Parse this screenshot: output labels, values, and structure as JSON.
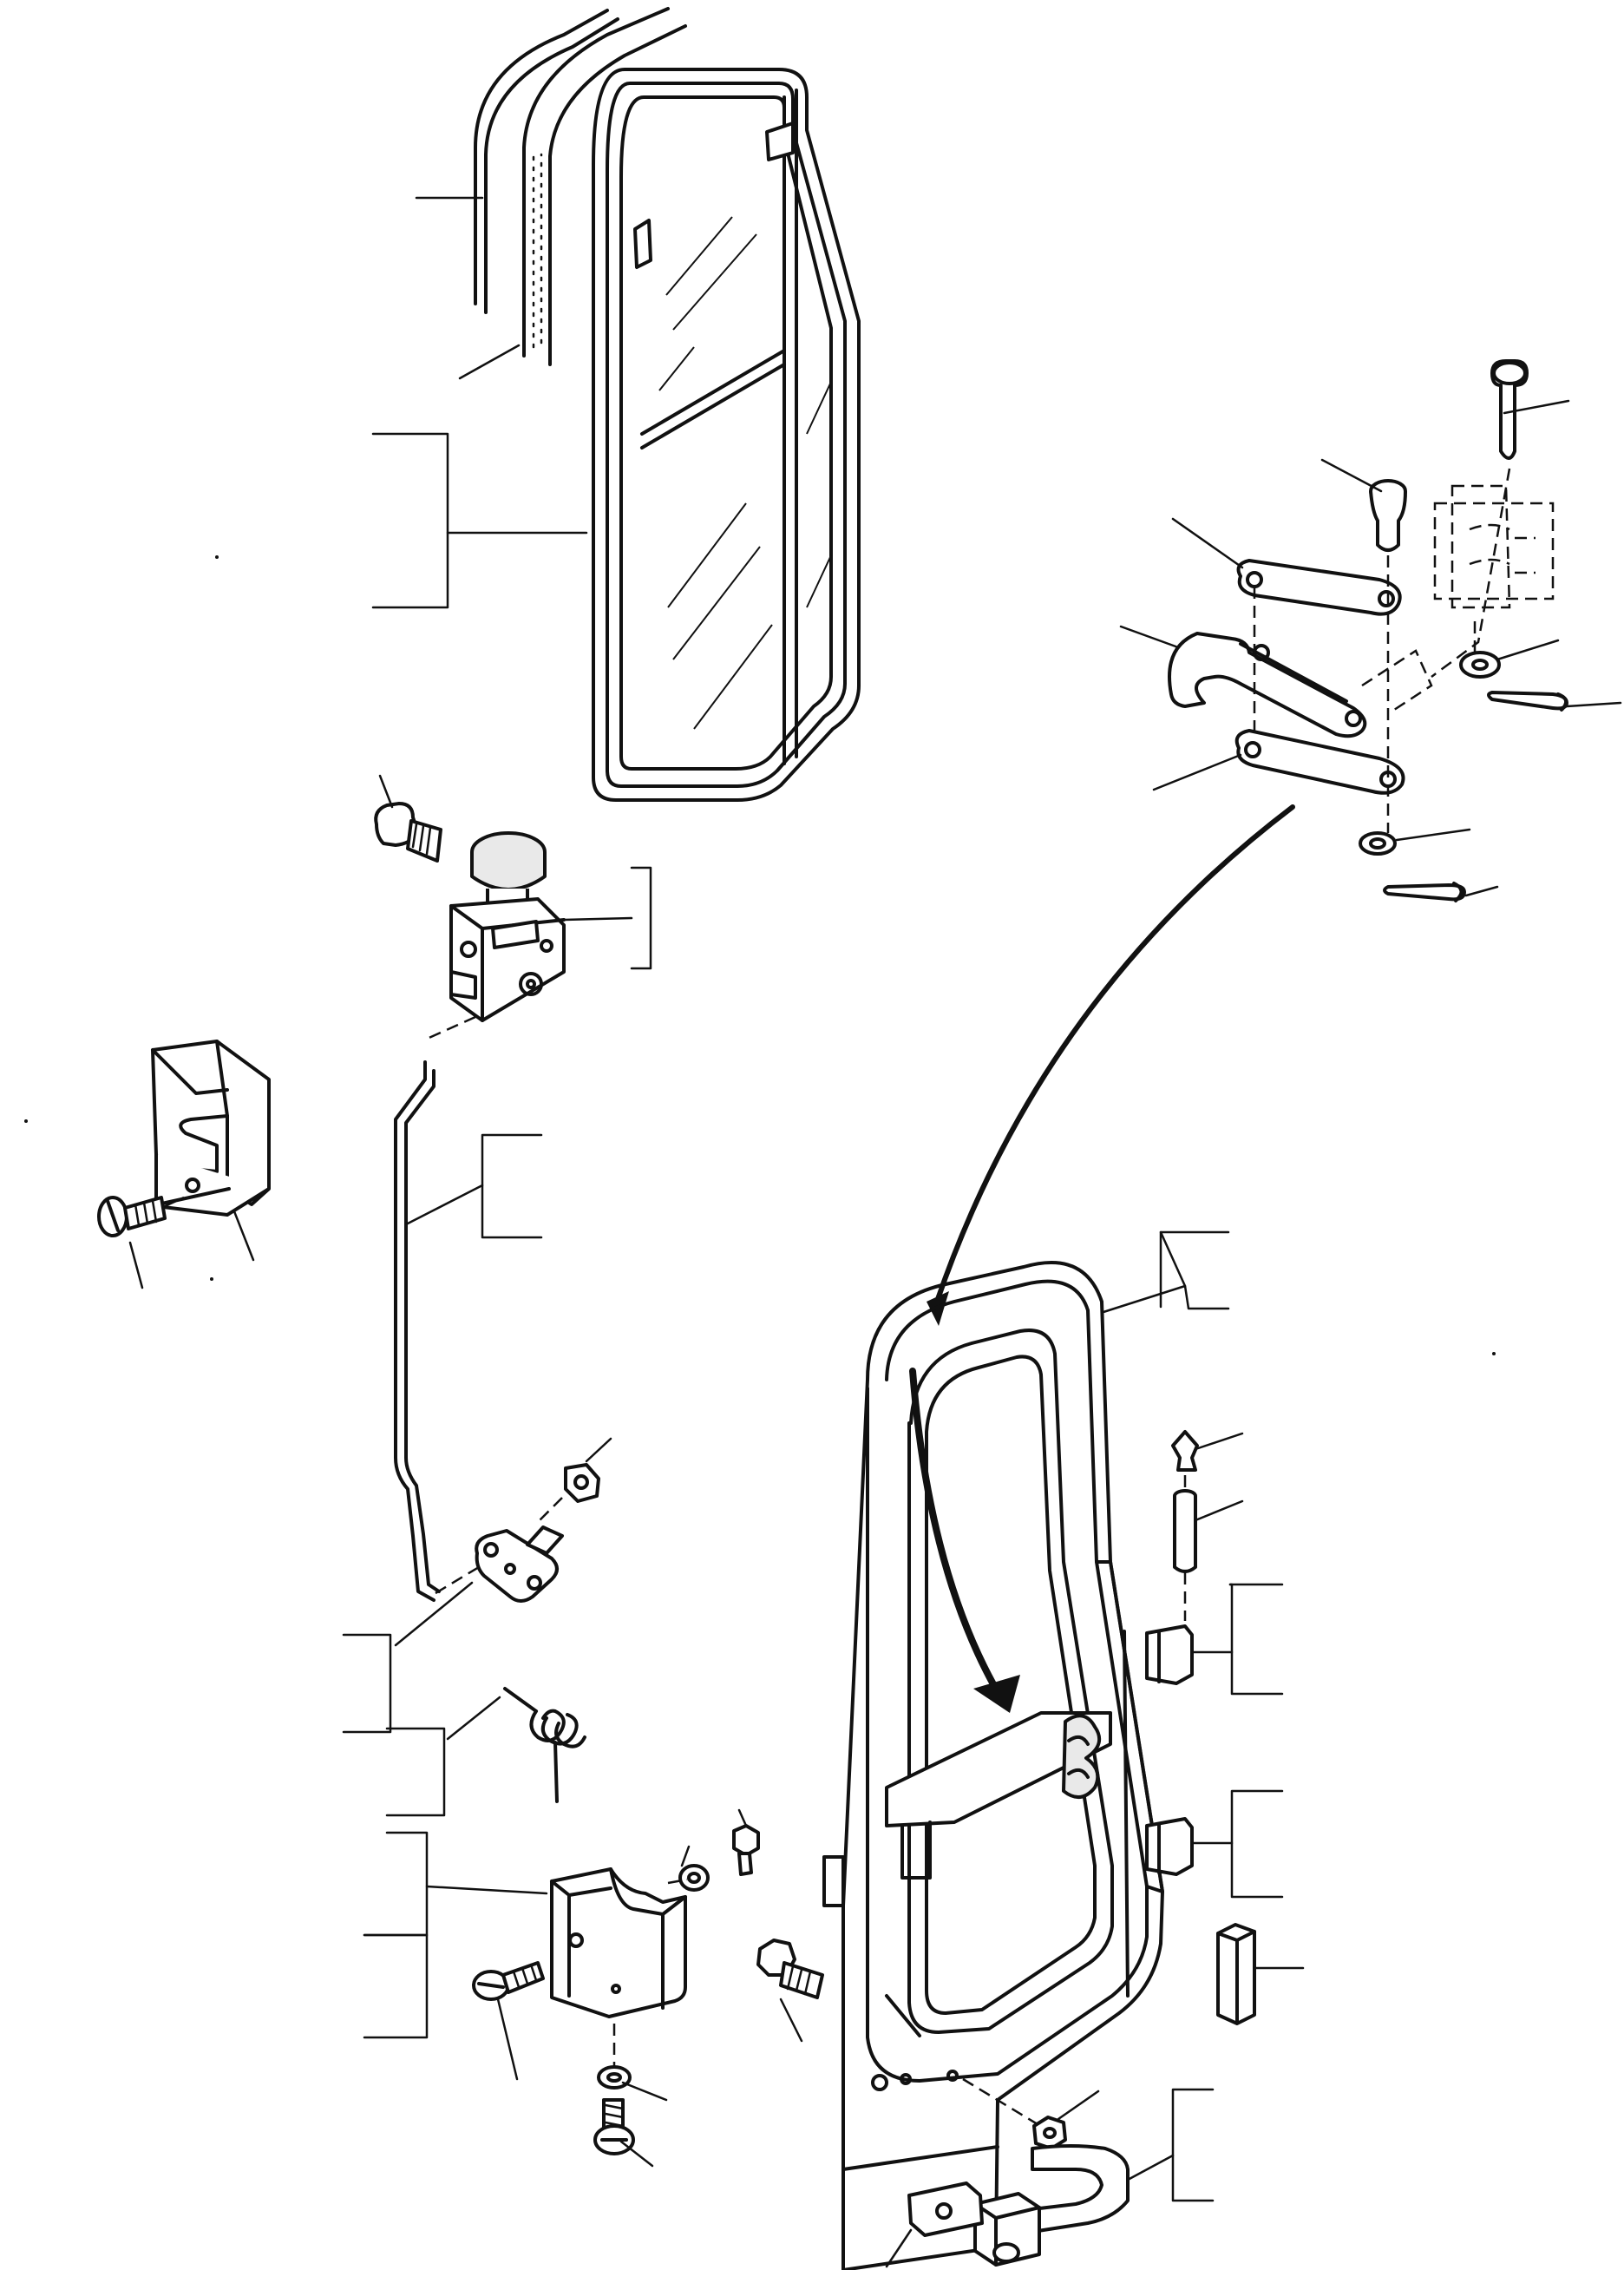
{
  "diagram": {
    "colors": {
      "ink": "#111111",
      "paper": "#ffffff",
      "shade": "#e9e9e9"
    },
    "parts": [
      "window-seal-strip",
      "window-gasket",
      "window-glass-assembly",
      "hinge-pin-upper",
      "hinge-pin-lower",
      "hinge-plate-upper",
      "hinge-stay-arm",
      "hinge-plate-lower",
      "hinge-bracket",
      "washer",
      "cotter-pin",
      "latch-knob-assembly",
      "bolt",
      "catch-bracket",
      "screw",
      "latch-rod",
      "latch-lever",
      "nut",
      "return-spring",
      "lock-bracket",
      "door-frame",
      "grease-nipple",
      "door-pin",
      "door-hinge-upper",
      "door-hinge-lower",
      "rubber-stopper",
      "door-handle",
      "handle-plate"
    ]
  }
}
